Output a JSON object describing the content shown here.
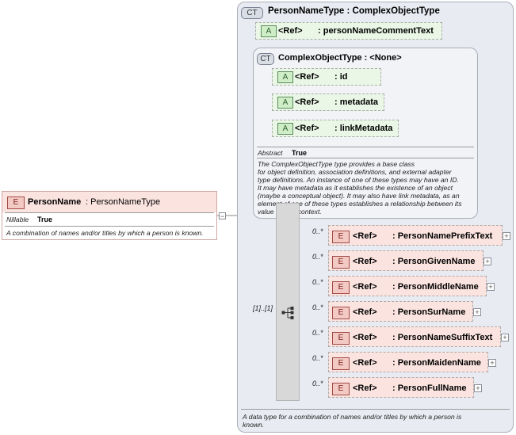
{
  "root_element": {
    "badge": "E",
    "name": "PersonName",
    "type": ": PersonNameType",
    "nillable_label": "Nillable",
    "nillable_value": "True",
    "description": "A combination of names and/or titles by which a person is known."
  },
  "complex_type": {
    "badge": "CT",
    "title": "PersonNameType : ComplexObjectType",
    "attribute": {
      "badge": "A",
      "ref": "<Ref>",
      "name": ": personNameCommentText"
    },
    "base": {
      "badge": "CT",
      "title": "ComplexObjectType : <None>",
      "attributes": [
        {
          "badge": "A",
          "ref": "<Ref>",
          "name": ": id"
        },
        {
          "badge": "A",
          "ref": "<Ref>",
          "name": ": metadata"
        },
        {
          "badge": "A",
          "ref": "<Ref>",
          "name": ": linkMetadata"
        }
      ],
      "abstract_label": "Abstract",
      "abstract_value": "True",
      "doc_lines": [
        "The ComplexObjectType type provides a base class",
        "for object definition, association definitions, and external adapter",
        "type definitions. An instance of one of these types may have an ID.",
        "It may have metadata as it establishes the existence of an object",
        "(maybe a conceptual object). It may also have link metadata, as an",
        "element of one of these types establishes a relationship between its",
        "value and its context."
      ]
    },
    "sequence_occurrence": "[1]..[1]",
    "elements": [
      {
        "occurrence": "0..*",
        "badge": "E",
        "ref": "<Ref>",
        "name": ": PersonNamePrefixText",
        "expand": "+"
      },
      {
        "occurrence": "0..*",
        "badge": "E",
        "ref": "<Ref>",
        "name": ": PersonGivenName",
        "expand": "+"
      },
      {
        "occurrence": "0..*",
        "badge": "E",
        "ref": "<Ref>",
        "name": ": PersonMiddleName",
        "expand": "+"
      },
      {
        "occurrence": "0..*",
        "badge": "E",
        "ref": "<Ref>",
        "name": ": PersonSurName",
        "expand": "+"
      },
      {
        "occurrence": "0..*",
        "badge": "E",
        "ref": "<Ref>",
        "name": ": PersonNameSuffixText",
        "expand": "+"
      },
      {
        "occurrence": "0..*",
        "badge": "E",
        "ref": "<Ref>",
        "name": ": PersonMaidenName",
        "expand": "+"
      },
      {
        "occurrence": "0..*",
        "badge": "E",
        "ref": "<Ref>",
        "name": ": PersonFullName",
        "expand": "+"
      }
    ],
    "doc_lines": [
      "A data type for a combination of names and/or titles by which a person is",
      "known."
    ]
  }
}
